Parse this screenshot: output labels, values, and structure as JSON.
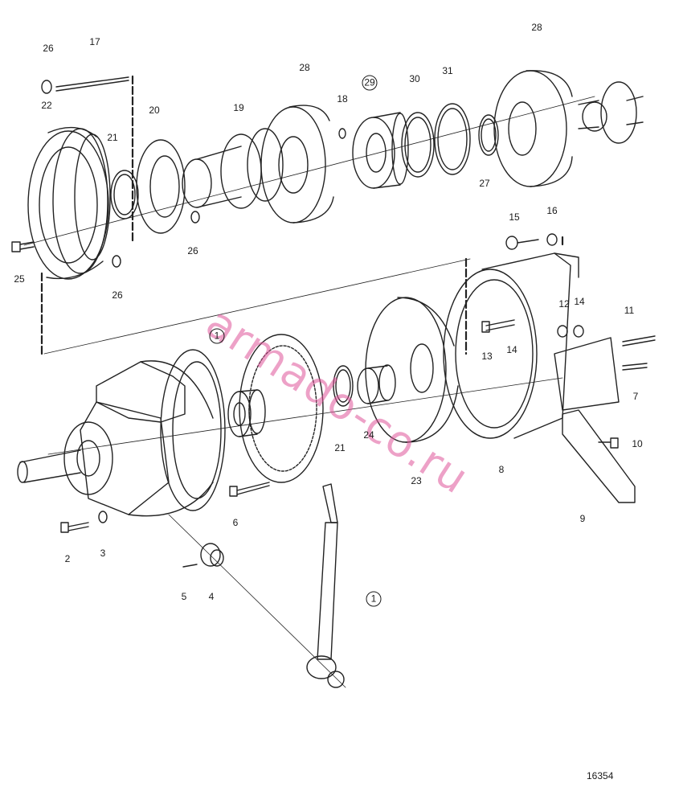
{
  "figure_number": "16354",
  "watermark": "armado-co.ru",
  "callouts": [
    {
      "id": "c17",
      "text": "17"
    },
    {
      "id": "c26a",
      "text": "26"
    },
    {
      "id": "c22",
      "text": "22"
    },
    {
      "id": "c21a",
      "text": "21"
    },
    {
      "id": "c20",
      "text": "20"
    },
    {
      "id": "c19",
      "text": "19"
    },
    {
      "id": "c28a",
      "text": "28"
    },
    {
      "id": "c18",
      "text": "18"
    },
    {
      "id": "c29",
      "text": "29"
    },
    {
      "id": "c30",
      "text": "30"
    },
    {
      "id": "c31",
      "text": "31"
    },
    {
      "id": "c28b",
      "text": "28"
    },
    {
      "id": "c27",
      "text": "27"
    },
    {
      "id": "c26b",
      "text": "26"
    },
    {
      "id": "c25",
      "text": "25"
    },
    {
      "id": "c26c",
      "text": "26"
    },
    {
      "id": "c15",
      "text": "15"
    },
    {
      "id": "c16",
      "text": "16"
    },
    {
      "id": "c12",
      "text": "12"
    },
    {
      "id": "c14a",
      "text": "14"
    },
    {
      "id": "c11",
      "text": "11"
    },
    {
      "id": "c13",
      "text": "13"
    },
    {
      "id": "c14b",
      "text": "14"
    },
    {
      "id": "c7",
      "text": "7"
    },
    {
      "id": "c1a",
      "text": "1"
    },
    {
      "id": "c21b",
      "text": "21"
    },
    {
      "id": "c24",
      "text": "24"
    },
    {
      "id": "c23",
      "text": "23"
    },
    {
      "id": "c8",
      "text": "8"
    },
    {
      "id": "c10",
      "text": "10"
    },
    {
      "id": "c9",
      "text": "9"
    },
    {
      "id": "c6",
      "text": "6"
    },
    {
      "id": "c2",
      "text": "2"
    },
    {
      "id": "c3",
      "text": "3"
    },
    {
      "id": "c5",
      "text": "5"
    },
    {
      "id": "c4",
      "text": "4"
    },
    {
      "id": "c1b",
      "text": "1"
    }
  ]
}
